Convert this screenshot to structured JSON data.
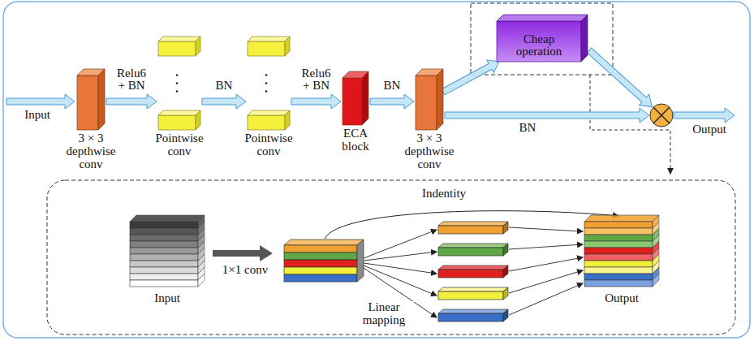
{
  "diagram": {
    "nodes": [
      {
        "text": [
          "3 × 3 depthwise conv"
        ]
      },
      {
        "text": [
          "Pointwise conv"
        ]
      },
      {
        "text": [
          "Pointwise conv"
        ]
      },
      {
        "text": [
          "ECA block"
        ]
      },
      {
        "text": [
          "3 × 3 depthwise conv"
        ]
      },
      {
        "text": [
          "Cheap operation"
        ]
      },
      {
        "text": [
          "Input"
        ]
      },
      {
        "text": [
          "Output"
        ]
      }
    ],
    "edges": [
      {
        "from": 0,
        "to": 1,
        "label": "Relu6 + BN",
        "arrow": "to"
      },
      {
        "from": 1,
        "to": 2,
        "label": "BN",
        "arrow": "to"
      },
      {
        "from": 2,
        "to": 3,
        "label": "Relu6 + BN",
        "arrow": "to"
      },
      {
        "from": 3,
        "to": 4,
        "label": "BN",
        "arrow": "to"
      },
      {
        "from": 4,
        "to": 5,
        "arrow": "to"
      }
    ],
    "labels": [
      "Input",
      "Output",
      "BN",
      "Indentity",
      "1×1 conv",
      "Linear mapping"
    ]
  }
}
